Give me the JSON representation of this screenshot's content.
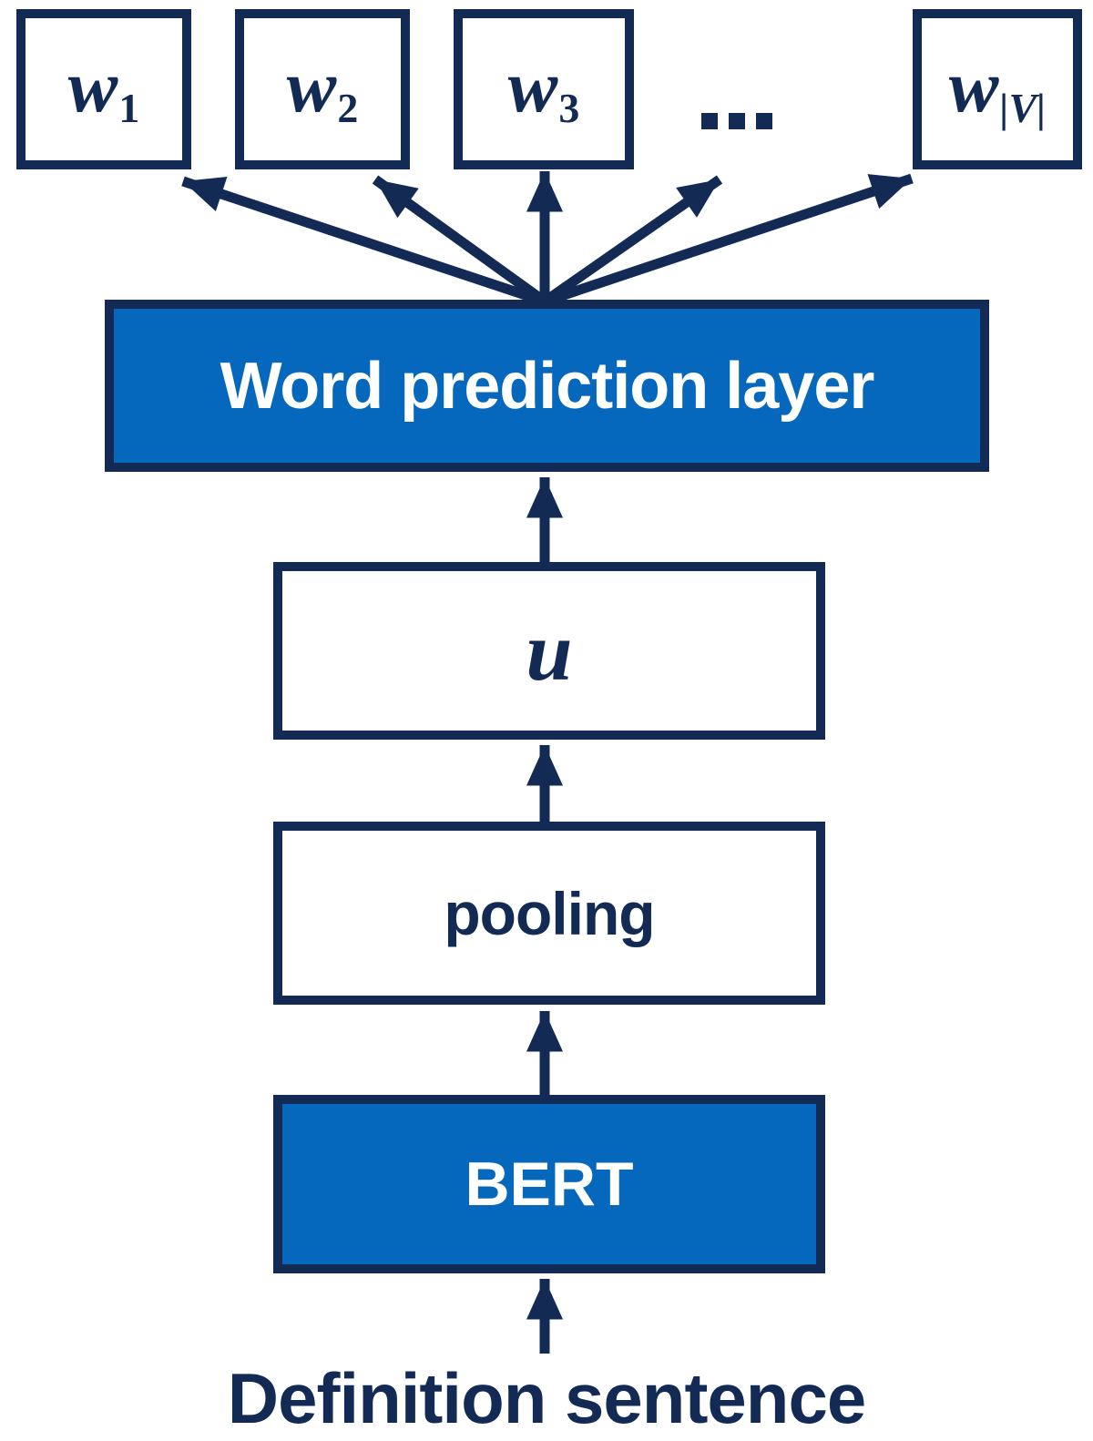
{
  "colors": {
    "navy": "#132b54",
    "blue": "#0668bd",
    "white": "#ffffff"
  },
  "diagram": {
    "output_tokens": [
      {
        "base": "w",
        "subscript": "1"
      },
      {
        "base": "w",
        "subscript": "2"
      },
      {
        "base": "w",
        "subscript": "3"
      },
      {
        "base": "w",
        "subscript": "|V|"
      }
    ],
    "ellipsis": "...",
    "blocks": {
      "word_prediction_layer": "Word prediction layer",
      "u": "u",
      "pooling": "pooling",
      "bert": "BERT"
    },
    "input_label": "Definition sentence"
  }
}
